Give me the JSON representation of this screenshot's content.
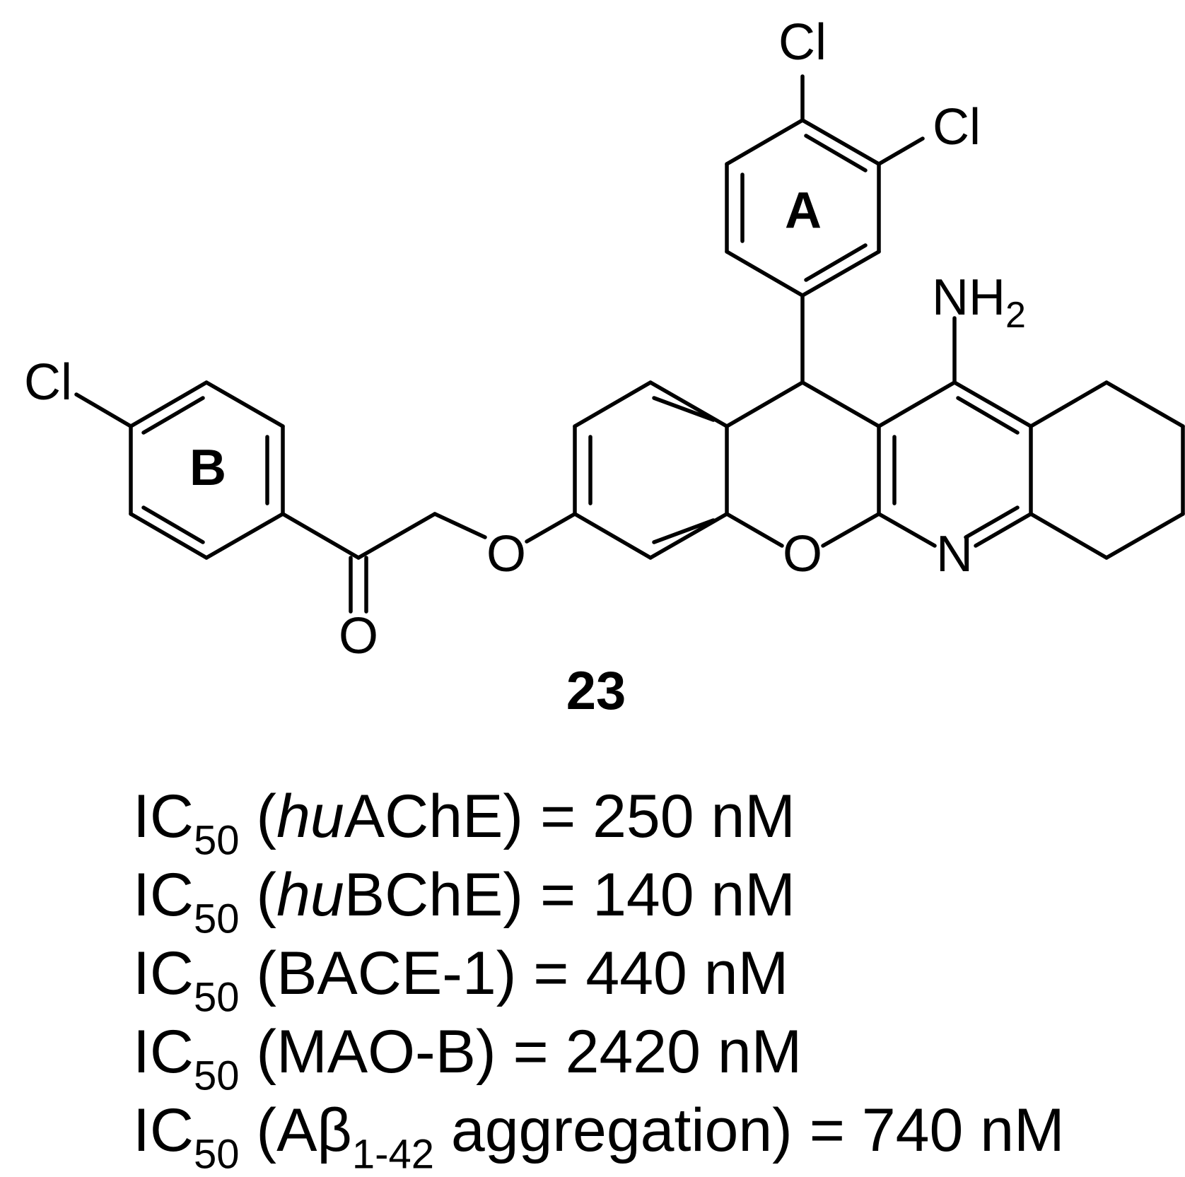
{
  "structure": {
    "atoms": {
      "cl_top": "Cl",
      "cl_right": "Cl",
      "cl_left": "Cl",
      "nh2_main": "NH",
      "nh2_sub": "2",
      "o_ether": "O",
      "o_ring": "O",
      "o_carbonyl": "O",
      "n_ring": "N"
    },
    "ring_labels": {
      "a": "A",
      "b": "B"
    },
    "compound_number": "23"
  },
  "assays": [
    {
      "prefix": "IC",
      "sub": "50",
      "open": " (",
      "italic": "hu",
      "name": "AChE",
      "name_sub": "",
      "name_tail": "",
      "close": ") = ",
      "value": "250",
      "unit": " nM"
    },
    {
      "prefix": "IC",
      "sub": "50",
      "open": " (",
      "italic": "hu",
      "name": "BChE",
      "name_sub": "",
      "name_tail": "",
      "close": ") = ",
      "value": "140",
      "unit": " nM"
    },
    {
      "prefix": "IC",
      "sub": "50",
      "open": " (",
      "italic": "",
      "name": "BACE-1",
      "name_sub": "",
      "name_tail": "",
      "close": ") = ",
      "value": "440",
      "unit": " nM"
    },
    {
      "prefix": "IC",
      "sub": "50",
      "open": " (",
      "italic": "",
      "name": "MAO-B",
      "name_sub": "",
      "name_tail": "",
      "close": ") = ",
      "value": "2420",
      "unit": " nM"
    },
    {
      "prefix": "IC",
      "sub": "50",
      "open": " (",
      "italic": "",
      "name": "Aβ",
      "name_sub": "1-42",
      "name_tail": " aggregation",
      "close": ") = ",
      "value": "740",
      "unit": " nM"
    }
  ]
}
